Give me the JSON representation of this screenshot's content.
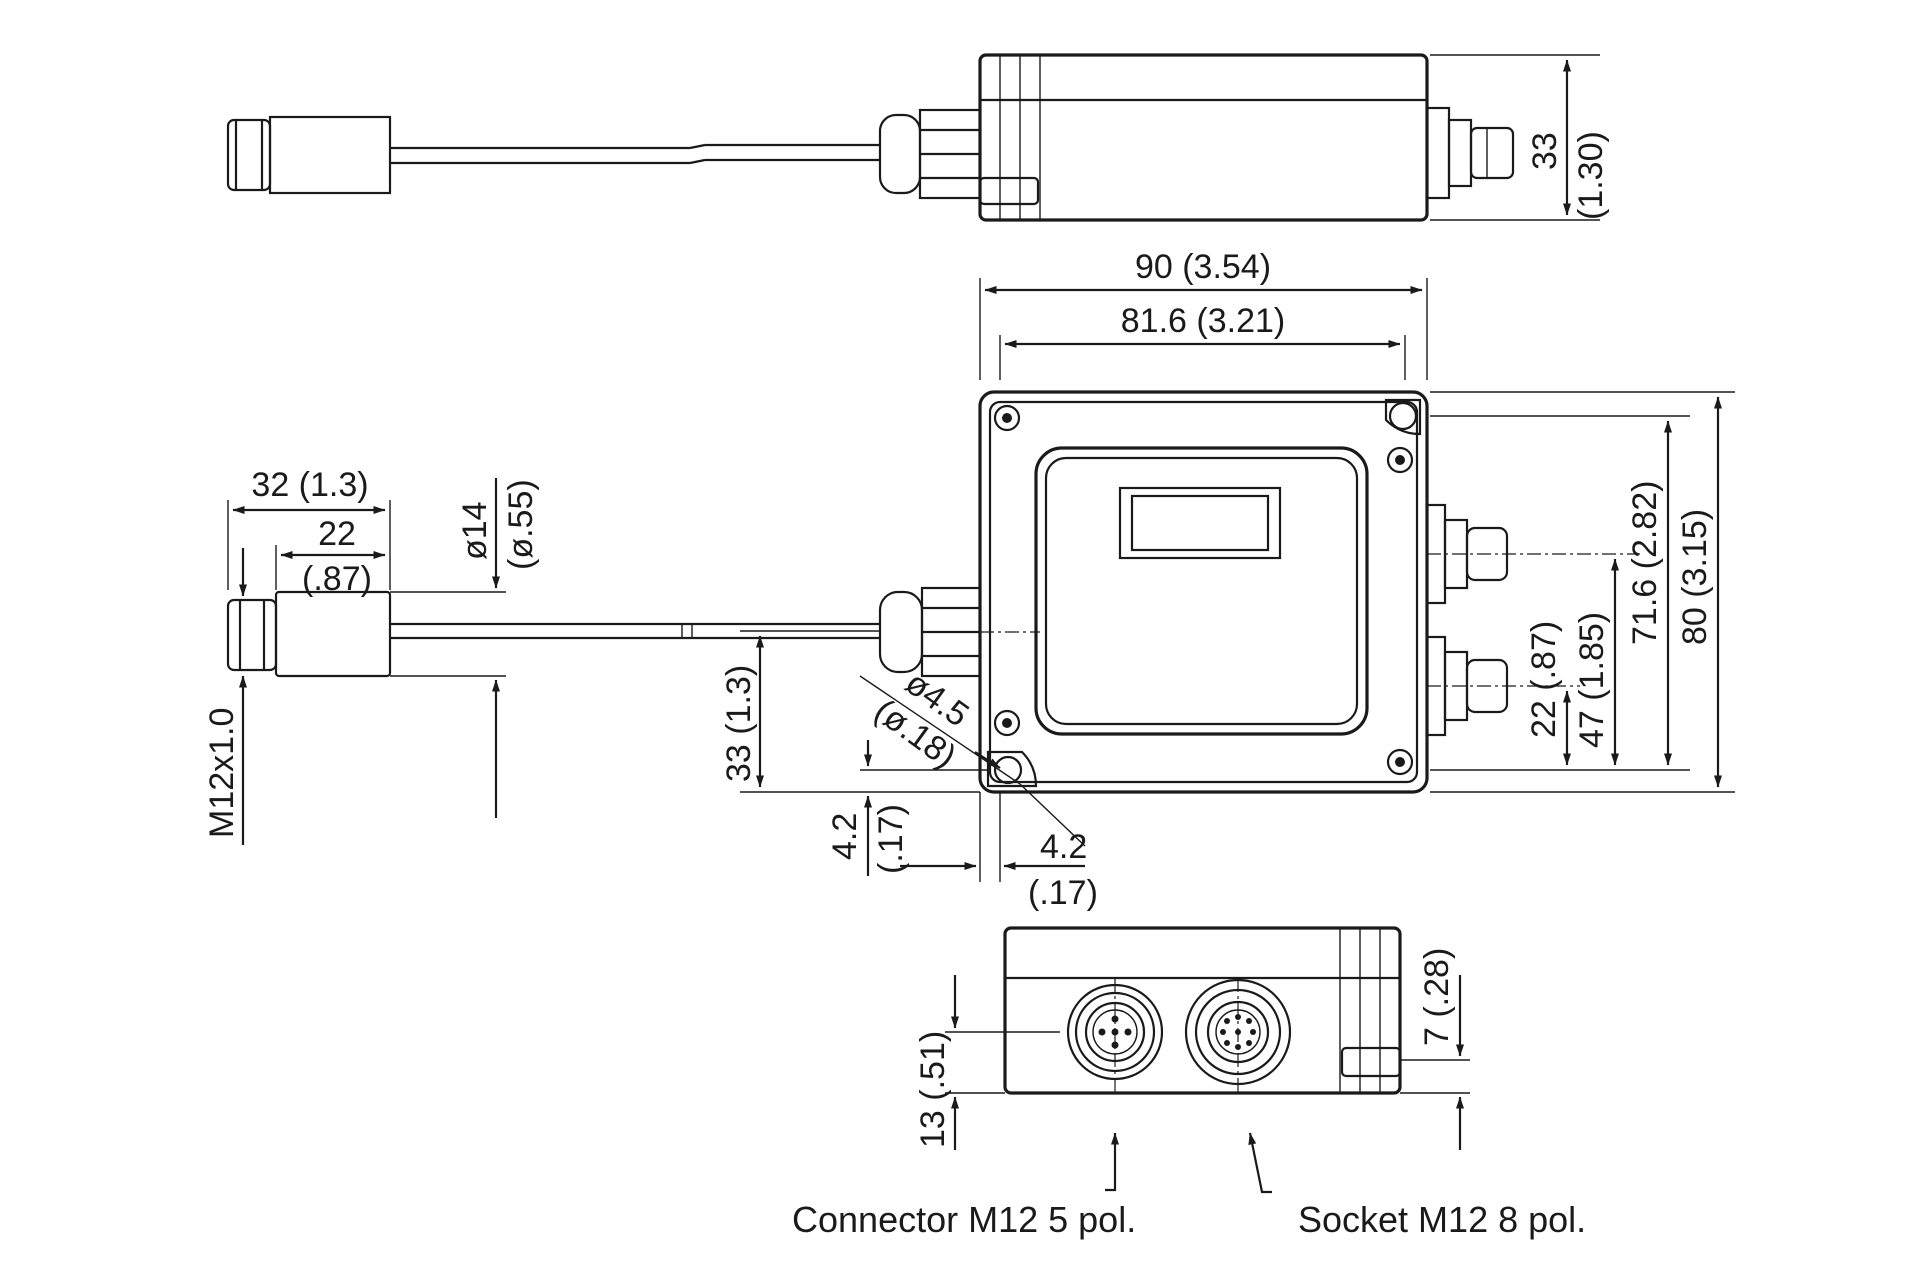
{
  "dimensions": {
    "housing_height_top": "33",
    "housing_height_top_in": "(1.30)",
    "overall_width": "90 (3.54)",
    "hole_spacing_width": "81.6 (3.21)",
    "sensor_length": "32 (1.3)",
    "sensor_body_length": "22",
    "sensor_body_length_in": "(.87)",
    "cable_diameter": "ø14",
    "cable_diameter_in": "(ø.55)",
    "thread": "M12x1.0",
    "cable_offset": "33 (1.3)",
    "hole_diameter": "ø4.5",
    "hole_diameter_in": "(ø.18)",
    "hole_offset_v": "4.2",
    "hole_offset_v_in": "(.17)",
    "hole_offset_h": "4.2",
    "hole_offset_h_in": "(.17)",
    "connector_offset_low": "22 (.87)",
    "connector_offset_high": "47 (1.85)",
    "hole_spacing_height": "71.6 (2.82)",
    "overall_height": "80 (3.15)",
    "connector_height": "13 (.51)",
    "lid_height": "7 (.28)"
  },
  "labels": {
    "connector": "Connector M12 5 pol.",
    "socket": "Socket M12 8 pol."
  }
}
